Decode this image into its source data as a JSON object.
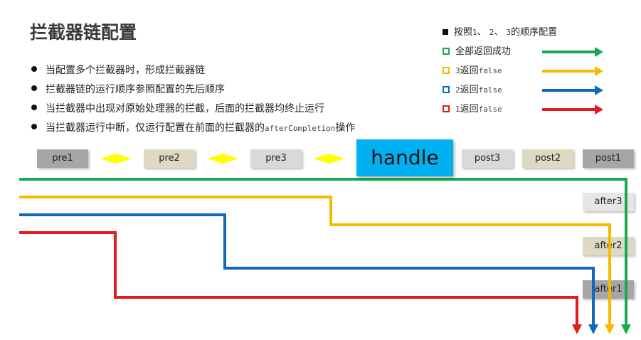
{
  "title": "拦截器链配置",
  "bullets": [
    {
      "text": "当配置多个拦截器时，形成拦截器链"
    },
    {
      "text": "拦截器链的运行顺序参照配置的先后顺序"
    },
    {
      "text": "当拦截器中出现对原始处理器的拦截，后面的拦截器均终止运行"
    },
    {
      "text_before": "当拦截器运行中断，仅运行配置在前面的拦截器的",
      "code": "afterCompletion",
      "text_after": "操作"
    }
  ],
  "legend": [
    {
      "marker": "filled-square",
      "prefix": "按照",
      "n1": "1",
      "sep1": "、 ",
      "n2": "2",
      "sep2": "、 ",
      "n3": "3",
      "suffix": "的顺序配置",
      "color": "#111111"
    },
    {
      "marker": "hollow-square",
      "label": "全部返回成功",
      "color": "#1aa850"
    },
    {
      "marker": "hollow-square",
      "num": "3",
      "mid": "返回",
      "code": "false",
      "color": "#f8b900"
    },
    {
      "marker": "hollow-square",
      "num": "2",
      "mid": "返回",
      "code": "false",
      "color": "#1068b8"
    },
    {
      "marker": "hollow-square",
      "num": "1",
      "mid": "返回",
      "code": "false",
      "color": "#e21b1b"
    }
  ],
  "boxes": {
    "pre1": {
      "label": "pre1",
      "color": "#a6a6a6"
    },
    "pre2": {
      "label": "pre2",
      "color": "#ddd9c3"
    },
    "pre3": {
      "label": "pre3",
      "color": "#d9d9d9"
    },
    "handle": {
      "label": "handle",
      "color": "#00b0f0"
    },
    "post3": {
      "label": "post3",
      "color": "#d9d9d9"
    },
    "post2": {
      "label": "post2",
      "color": "#ddd9c3"
    },
    "post1": {
      "label": "post1",
      "color": "#a6a6a6"
    },
    "after3": {
      "label": "after3",
      "color": "#e6e6e6"
    },
    "after2": {
      "label": "after2",
      "color": "#ddd9c3"
    },
    "after1": {
      "label": "after1",
      "color": "#a6a6a6"
    }
  },
  "connector_color": "#ffff00",
  "icons": {
    "connector": "yellow-diamond-icon",
    "bullet": "bullet-dot-icon"
  }
}
